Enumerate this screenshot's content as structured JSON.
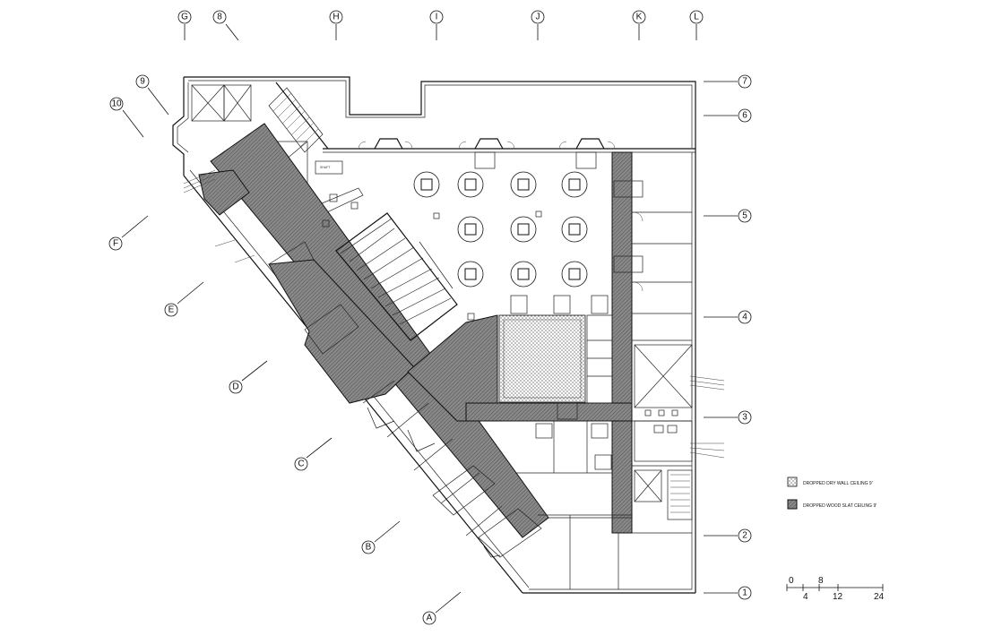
{
  "grid_columns": [
    "G",
    "8",
    "H",
    "I",
    "J",
    "K",
    "L"
  ],
  "grid_rows": [
    "7",
    "6",
    "5",
    "4",
    "3",
    "2",
    "1"
  ],
  "grid_diagonal": [
    "9",
    "10",
    "F",
    "E",
    "D",
    "C",
    "B",
    "A"
  ],
  "legend": {
    "dry_wall": "DROPPED DRY WALL CEILING 9'",
    "wood_slat": "DROPPED WOOD SLAT CEILING 9'"
  },
  "scale_bar": {
    "top": [
      "0",
      "8"
    ],
    "bottom": [
      "4",
      "12",
      "24"
    ]
  },
  "colors": {
    "line": "#111111",
    "hatch": "#777777",
    "background": "#ffffff"
  }
}
